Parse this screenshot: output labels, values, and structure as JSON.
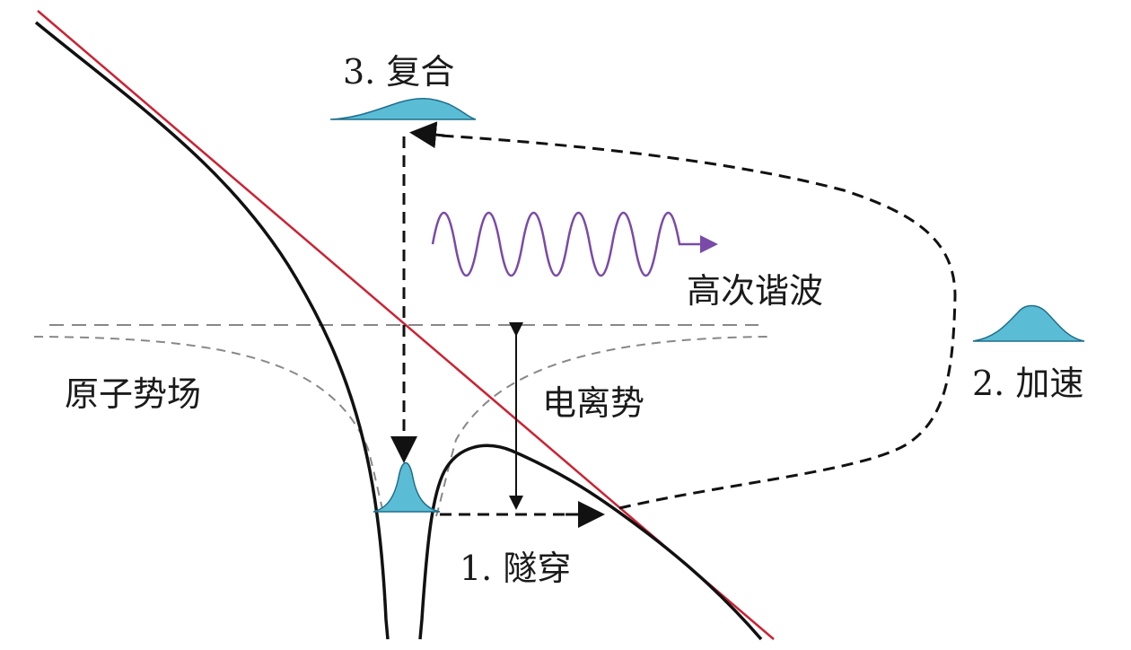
{
  "labels": {
    "step3": "3. 复合",
    "harmonic": "高次谐波",
    "atomic_potential": "原子势场",
    "ionization_potential": "电离势",
    "step2": "2. 加速",
    "step1": "1. 隧穿"
  },
  "colors": {
    "potential_curve": "#111111",
    "field_line": "#cc2233",
    "harmonic_wave": "#7a4aa8",
    "wavepacket_fill": "#5bbcd6",
    "wavepacket_edge": "#1f6f8b",
    "dashed_path": "#111111",
    "reference_dashes": "#888888"
  }
}
